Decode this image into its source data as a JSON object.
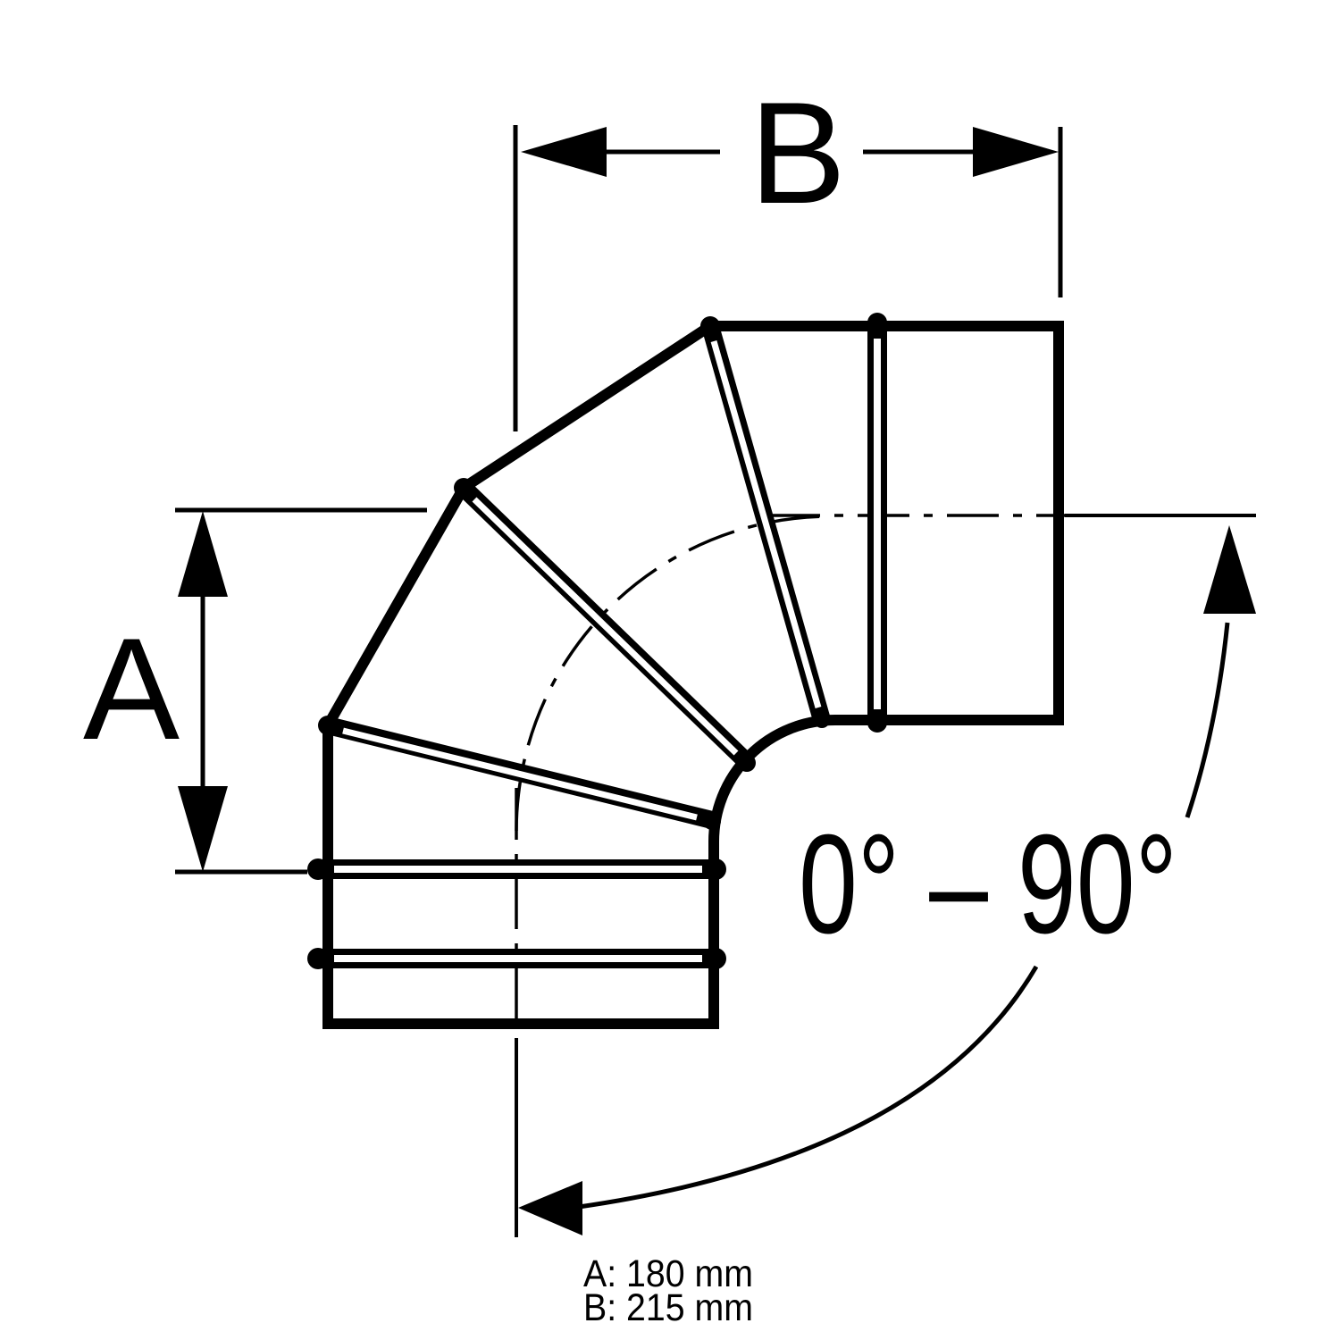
{
  "figure": {
    "background": "#ffffff",
    "ink": "#000000",
    "dimension_a": {
      "letter": "A",
      "value_label": "A: 180 mm",
      "value_mm": 180
    },
    "dimension_b": {
      "letter": "B",
      "value_label": "B: 215 mm",
      "value_mm": 215
    },
    "angle_range": {
      "label": "0° – 90°",
      "min_deg": 0,
      "max_deg": 90
    }
  }
}
